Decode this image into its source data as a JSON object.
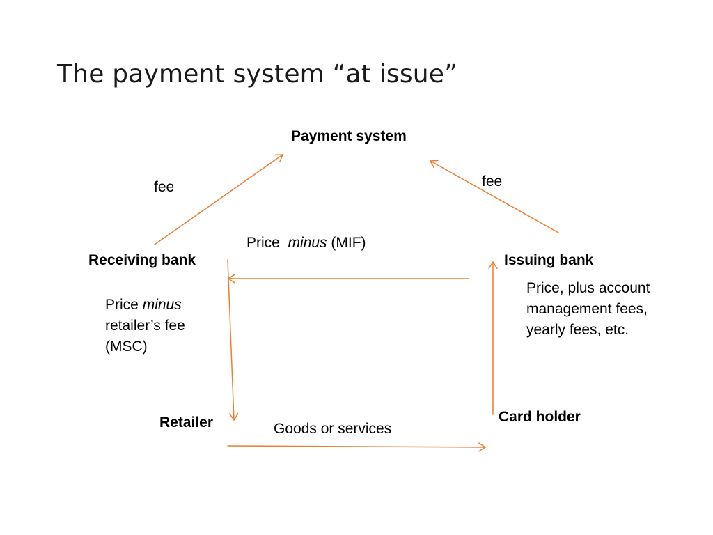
{
  "slide": {
    "title": "The payment system “at issue”"
  },
  "diagram": {
    "arrow_color": "#ED7D31",
    "nodes": {
      "payment_system": "Payment system",
      "receiving_bank": "Receiving bank",
      "issuing_bank": "Issuing bank",
      "retailer": "Retailer",
      "card_holder": "Card holder"
    },
    "labels": {
      "fee_left": "fee",
      "fee_right": "fee",
      "price_mif": {
        "prefix": "Price",
        "emphasis": "minus",
        "suffix": "(MIF)"
      },
      "price_msc": {
        "line1_prefix": "Price",
        "line1_emphasis": "minus",
        "line2": "retailer’s fee",
        "line3": "(MSC)"
      },
      "price_plus": {
        "line1": "Price, plus account",
        "line2": "management fees,",
        "line3": "yearly fees, etc."
      },
      "goods": "Goods or services"
    }
  }
}
